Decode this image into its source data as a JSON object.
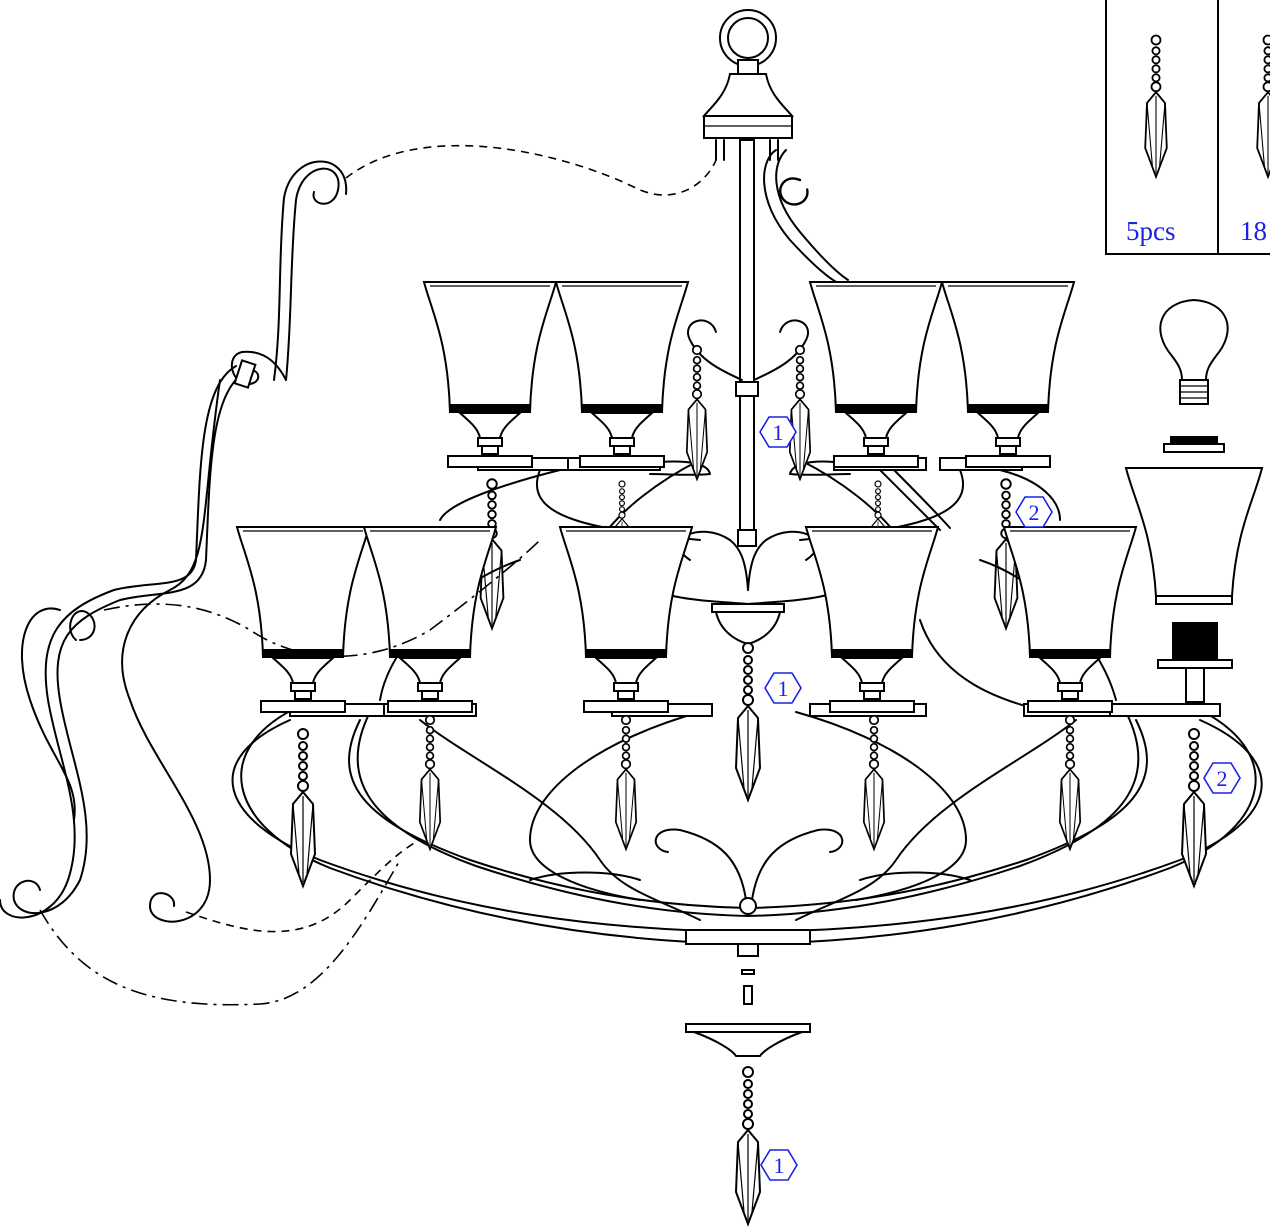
{
  "parts_box": {
    "items": [
      {
        "quantity_label": "5pcs",
        "icon": "crystal-drop-small"
      },
      {
        "quantity_label": "18",
        "icon": "crystal-drop-large"
      }
    ]
  },
  "callouts": [
    {
      "label": "1",
      "shape": "hexagon"
    },
    {
      "label": "1",
      "shape": "hexagon"
    },
    {
      "label": "1",
      "shape": "hexagon"
    },
    {
      "label": "2",
      "shape": "hexagon"
    },
    {
      "label": "2",
      "shape": "hexagon"
    }
  ],
  "colors": {
    "line": "#000000",
    "callout": "#1a22e6",
    "background": "#ffffff"
  }
}
